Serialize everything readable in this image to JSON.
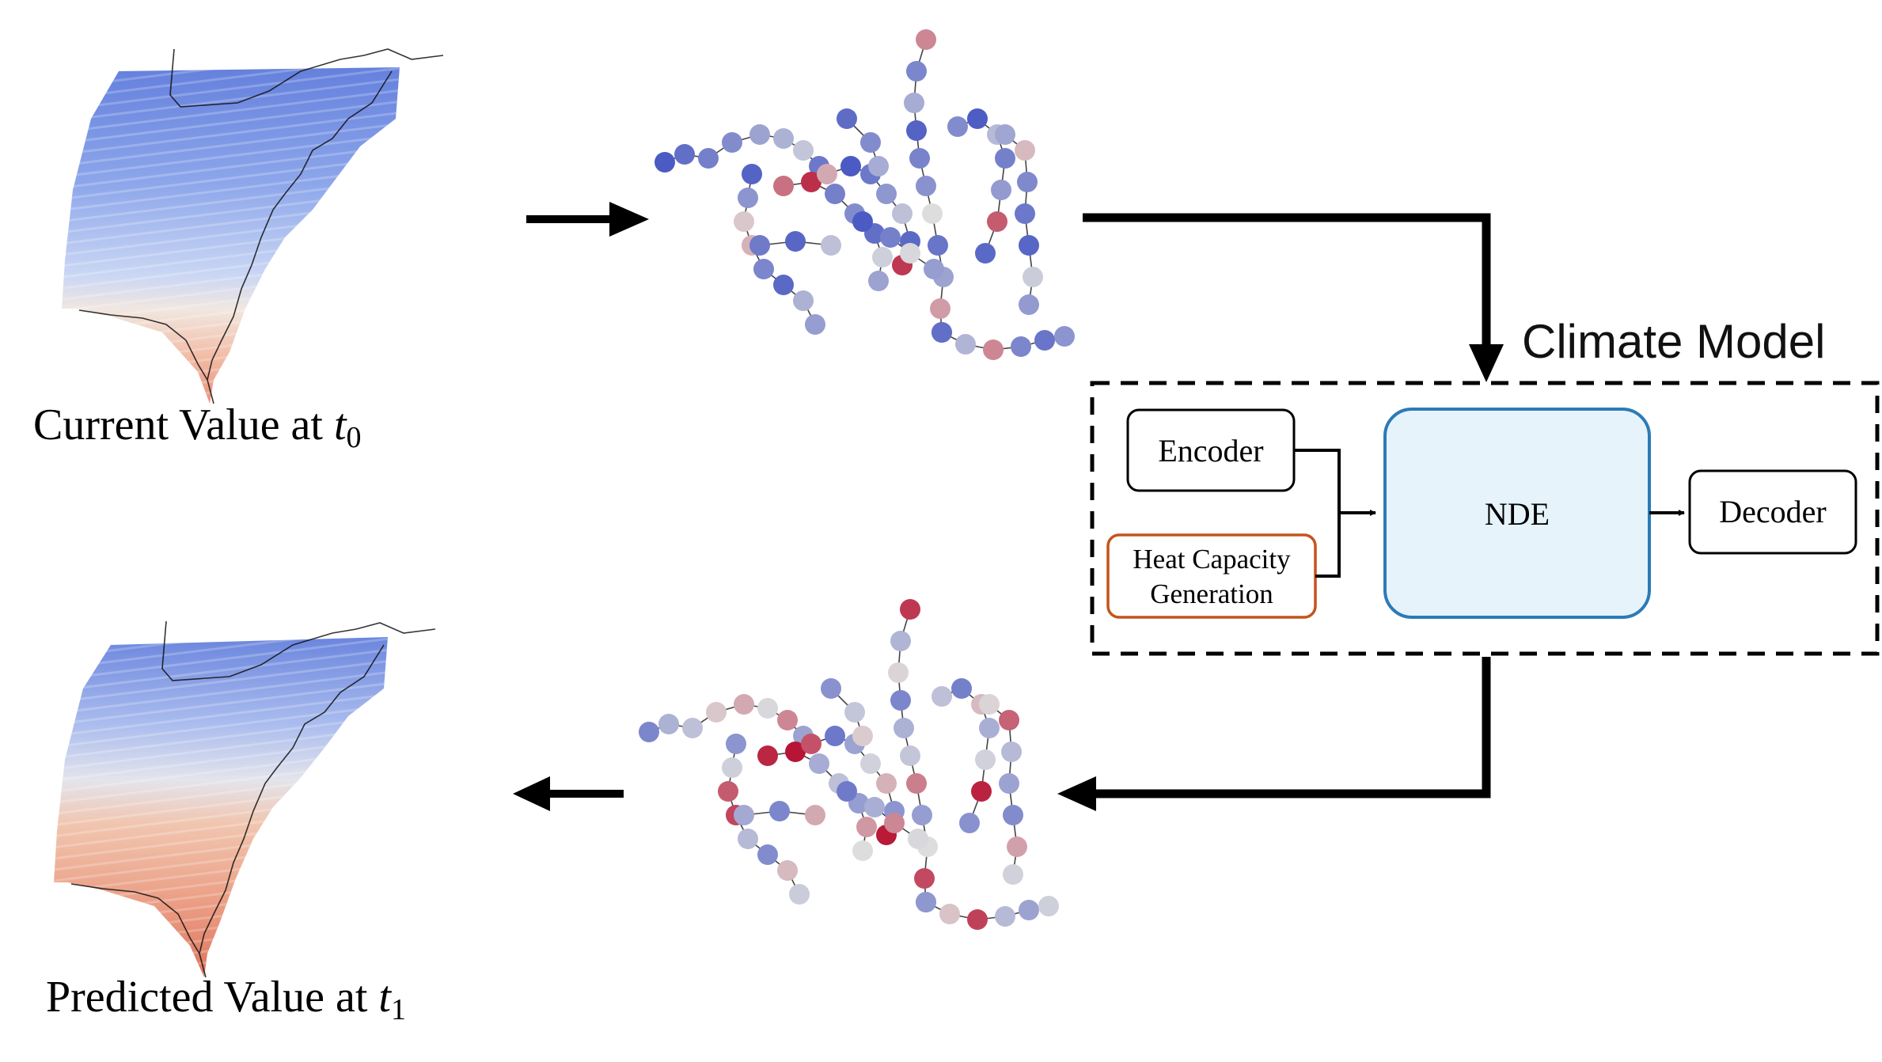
{
  "labels": {
    "current_prefix": "Current Value at ",
    "current_var": "t",
    "current_sub": "0",
    "predicted_prefix": "Predicted Value at ",
    "predicted_var": "t",
    "predicted_sub": "1",
    "model_title": "Climate Model"
  },
  "model": {
    "encoder": "Encoder",
    "heat_line1": "Heat Capacity",
    "heat_line2": "Generation",
    "nde": "NDE",
    "decoder": "Decoder"
  },
  "colors": {
    "nde_fill": "#e6f3fb",
    "nde_stroke": "#2c7bb6",
    "heat_stroke": "#c4541d",
    "cold": "#3b4cc0",
    "mid": "#dddddd",
    "hot": "#b40426"
  },
  "graph_values": {
    "t0": [
      0.05,
      0.12,
      0.18,
      0.22,
      0.3,
      0.35,
      0.42,
      0.15,
      0.08,
      0.25,
      0.55,
      0.6,
      0.2,
      0.1,
      0.35,
      0.28,
      0.75,
      0.9,
      0.18,
      0.22,
      0.12,
      0.45,
      0.3,
      0.62,
      0.05,
      0.15,
      0.26,
      0.4,
      0.1,
      0.88,
      0.7,
      0.2,
      0.33,
      0.08,
      0.19,
      0.24,
      0.5,
      0.14,
      0.3,
      0.65,
      0.12,
      0.22,
      0.06,
      0.38,
      0.18,
      0.27,
      0.8,
      0.1,
      0.31,
      0.58,
      0.21,
      0.15,
      0.09,
      0.44,
      0.27,
      0.12,
      0.36,
      0.7,
      0.2,
      0.14,
      0.25,
      0.05,
      0.18,
      0.48,
      0.28,
      0.11,
      0.22,
      0.33,
      0.16,
      0.09,
      0.4,
      0.24,
      0.13,
      0.3,
      0.6,
      0.19,
      0.07,
      0.26,
      0.35,
      0.12,
      0.21,
      0.17,
      0.52,
      0.28,
      0.1,
      0.23,
      0.34,
      0.15
    ],
    "t1": [
      0.2,
      0.35,
      0.4,
      0.55,
      0.62,
      0.48,
      0.7,
      0.3,
      0.25,
      0.45,
      0.8,
      0.85,
      0.38,
      0.22,
      0.58,
      0.44,
      0.92,
      0.96,
      0.33,
      0.4,
      0.28,
      0.66,
      0.5,
      0.82,
      0.15,
      0.3,
      0.46,
      0.6,
      0.25,
      0.95,
      0.88,
      0.36,
      0.52,
      0.2,
      0.35,
      0.42,
      0.72,
      0.28,
      0.5,
      0.84,
      0.26,
      0.4,
      0.18,
      0.58,
      0.34,
      0.46,
      0.93,
      0.24,
      0.52,
      0.78,
      0.38,
      0.3,
      0.22,
      0.64,
      0.46,
      0.26,
      0.56,
      0.86,
      0.38,
      0.3,
      0.45,
      0.16,
      0.34,
      0.7,
      0.48,
      0.24,
      0.42,
      0.54,
      0.32,
      0.2,
      0.62,
      0.44,
      0.28,
      0.5,
      0.8,
      0.36,
      0.18,
      0.46,
      0.56,
      0.26,
      0.4,
      0.34,
      0.74,
      0.48,
      0.22,
      0.42,
      0.56,
      0.3
    ]
  }
}
